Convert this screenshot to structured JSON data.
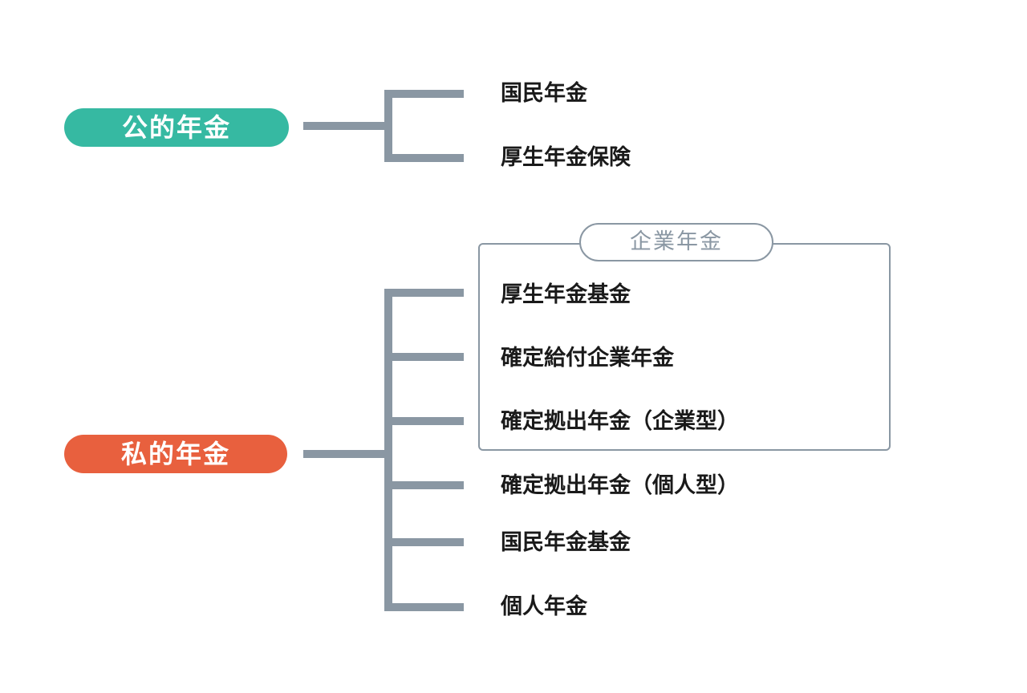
{
  "public": {
    "label": "公的年金",
    "items": [
      "国民年金",
      "厚生年金保険"
    ]
  },
  "private": {
    "label": "私的年金",
    "group_label": "企業年金",
    "items": [
      "厚生年金基金",
      "確定給付企業年金",
      "確定拠出年金（企業型）",
      "確定拠出年金（個人型）",
      "国民年金基金",
      "個人年金"
    ]
  },
  "colors": {
    "public": "#36b9a2",
    "private": "#e8603e",
    "connector": "#8a97a3",
    "text": "#1a1a1a"
  }
}
